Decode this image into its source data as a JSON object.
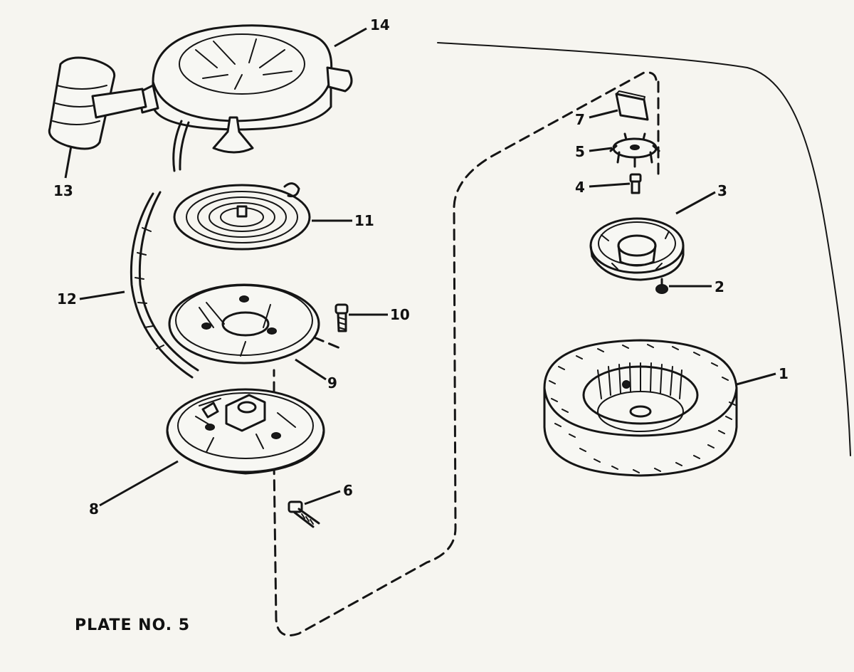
{
  "plate": {
    "caption": "PLATE NO. 5",
    "ink_color": "#151515",
    "paper_color": "#f6f5f0"
  },
  "callouts": [
    {
      "id": "1",
      "label": "1",
      "part": "pulley"
    },
    {
      "id": "2",
      "label": "2",
      "part": "screw"
    },
    {
      "id": "3",
      "label": "3",
      "part": "starter-cup"
    },
    {
      "id": "4",
      "label": "4",
      "part": "pin"
    },
    {
      "id": "5",
      "label": "5",
      "part": "star-washer"
    },
    {
      "id": "6",
      "label": "6",
      "part": "bolt"
    },
    {
      "id": "7",
      "label": "7",
      "part": "screen"
    },
    {
      "id": "8",
      "label": "8",
      "part": "pulley-plate"
    },
    {
      "id": "9",
      "label": "9",
      "part": "spring-retainer"
    },
    {
      "id": "10",
      "label": "10",
      "part": "screw"
    },
    {
      "id": "11",
      "label": "11",
      "part": "recoil-spring"
    },
    {
      "id": "12",
      "label": "12",
      "part": "rope"
    },
    {
      "id": "13",
      "label": "13",
      "part": "handle"
    },
    {
      "id": "14",
      "label": "14",
      "part": "housing"
    }
  ]
}
